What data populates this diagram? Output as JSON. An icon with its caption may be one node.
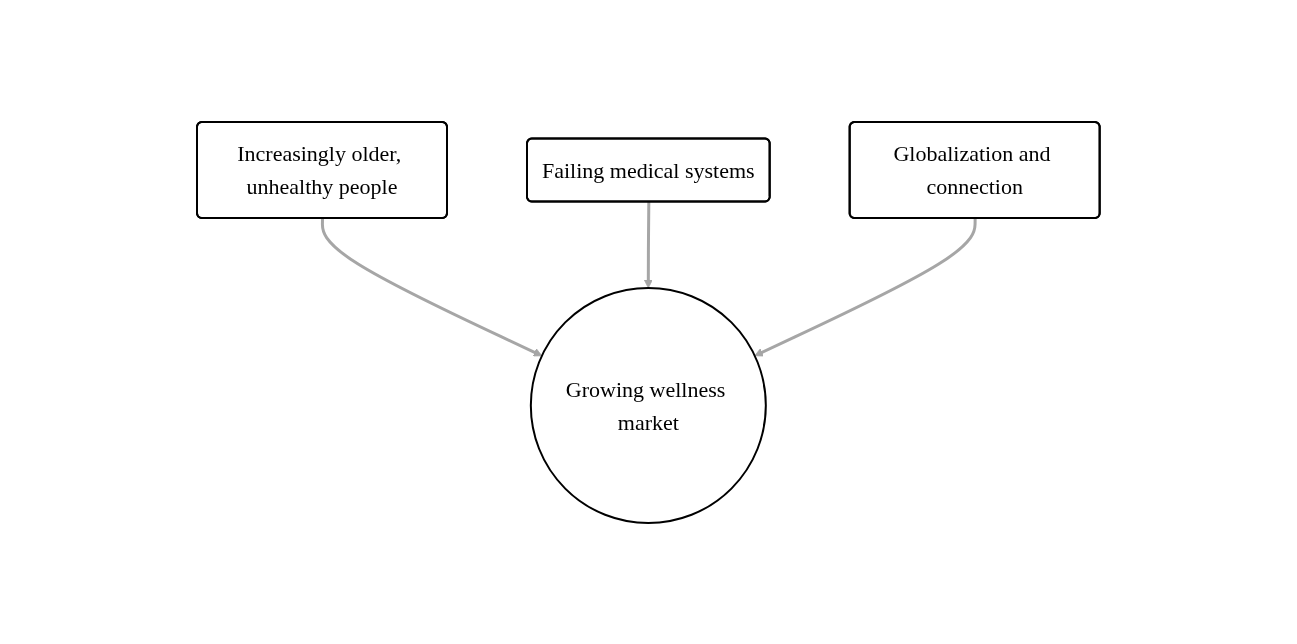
{
  "diagram": {
    "nodes": [
      {
        "text": [
          "Failing medical systems"
        ]
      },
      {
        "text": [
          "Increasingly older, unhealthy people"
        ]
      },
      {
        "text": [
          "Globalization and connection"
        ]
      },
      {
        "text": [
          "Growing wellness market"
        ]
      }
    ],
    "edges": [
      {
        "from": 1,
        "to": 3,
        "arrow": "to"
      },
      {
        "from": 0,
        "to": 3,
        "arrow": "to"
      },
      {
        "from": 2,
        "to": 3,
        "arrow": "to"
      }
    ]
  }
}
